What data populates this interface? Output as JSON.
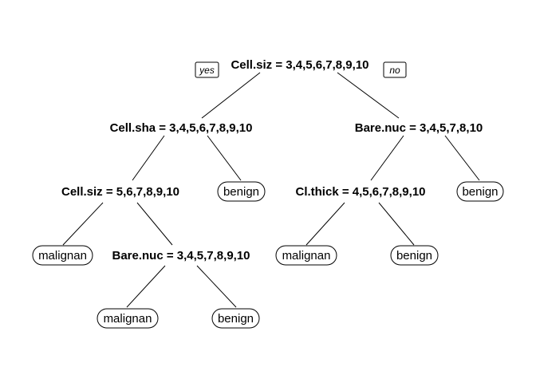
{
  "tree": {
    "branch_labels": {
      "left": "yes",
      "right": "no"
    },
    "root": {
      "label": "Cell.siz = 3,4,5,6,7,8,9,10"
    },
    "nodes": {
      "n1": {
        "label": "Cell.sha = 3,4,5,6,7,8,9,10"
      },
      "n2": {
        "label": "Bare.nuc = 3,4,5,7,8,10"
      },
      "n3": {
        "label": "Cell.siz = 5,6,7,8,9,10"
      },
      "n4": {
        "label": "Cl.thick = 4,5,6,7,8,9,10"
      },
      "n5": {
        "label": "Bare.nuc = 3,4,5,7,8,9,10"
      }
    },
    "leaves": {
      "l1": {
        "label": "benign"
      },
      "l2": {
        "label": "benign"
      },
      "l3": {
        "label": "malignan"
      },
      "l4": {
        "label": "malignan"
      },
      "l5": {
        "label": "benign"
      },
      "l6": {
        "label": "malignan"
      },
      "l7": {
        "label": "benign"
      }
    }
  }
}
